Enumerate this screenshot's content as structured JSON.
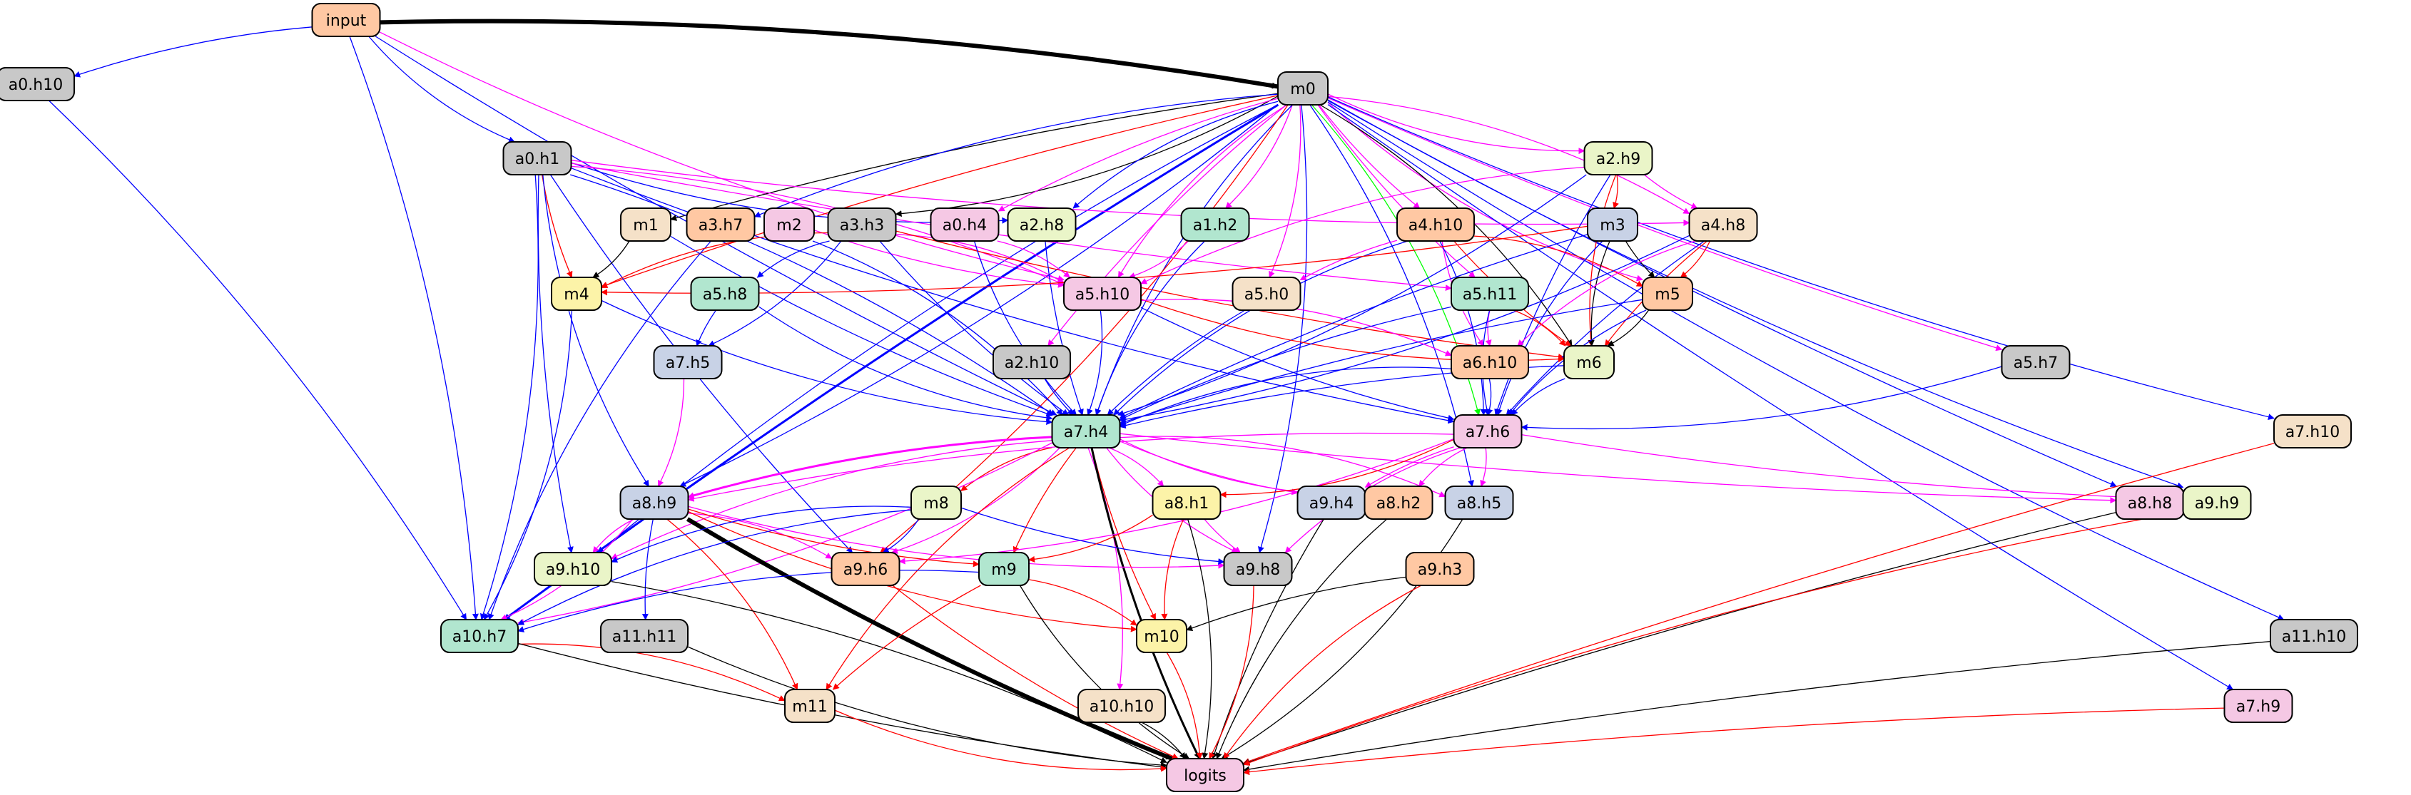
{
  "palette": {
    "gray": "#c8c8c8",
    "peach": "#ffc8a3",
    "cream": "#f5e1c8",
    "yellow": "#fcf3a8",
    "lime": "#eaf5c8",
    "mint": "#b1e6cf",
    "pink": "#f5c8e4",
    "lavender": "#c8d2e6",
    "edge_blue": "#0000ff",
    "edge_magenta": "#ff00ff",
    "edge_red": "#ff0000",
    "edge_black": "#000000",
    "edge_green": "#00ff00"
  },
  "nodes": [
    {
      "id": "input",
      "label": "input",
      "color": "peach"
    },
    {
      "id": "a0.h10",
      "label": "a0.h10",
      "color": "gray"
    },
    {
      "id": "m0",
      "label": "m0",
      "color": "gray"
    },
    {
      "id": "a0.h1",
      "label": "a0.h1",
      "color": "gray"
    },
    {
      "id": "a2.h9",
      "label": "a2.h9",
      "color": "lime"
    },
    {
      "id": "m1",
      "label": "m1",
      "color": "cream"
    },
    {
      "id": "a3.h7",
      "label": "a3.h7",
      "color": "peach"
    },
    {
      "id": "m2",
      "label": "m2",
      "color": "pink"
    },
    {
      "id": "a3.h3",
      "label": "a3.h3",
      "color": "gray"
    },
    {
      "id": "a0.h4",
      "label": "a0.h4",
      "color": "pink"
    },
    {
      "id": "a2.h8",
      "label": "a2.h8",
      "color": "lime"
    },
    {
      "id": "a1.h2",
      "label": "a1.h2",
      "color": "mint"
    },
    {
      "id": "a4.h10",
      "label": "a4.h10",
      "color": "peach"
    },
    {
      "id": "m3",
      "label": "m3",
      "color": "lavender"
    },
    {
      "id": "a4.h8",
      "label": "a4.h8",
      "color": "cream"
    },
    {
      "id": "m4",
      "label": "m4",
      "color": "yellow"
    },
    {
      "id": "a5.h8",
      "label": "a5.h8",
      "color": "mint"
    },
    {
      "id": "a5.h10",
      "label": "a5.h10",
      "color": "pink"
    },
    {
      "id": "a5.h0",
      "label": "a5.h0",
      "color": "cream"
    },
    {
      "id": "a5.h11",
      "label": "a5.h11",
      "color": "mint"
    },
    {
      "id": "m5",
      "label": "m5",
      "color": "peach"
    },
    {
      "id": "a7.h5",
      "label": "a7.h5",
      "color": "lavender"
    },
    {
      "id": "a2.h10",
      "label": "a2.h10",
      "color": "gray"
    },
    {
      "id": "a6.h10",
      "label": "a6.h10",
      "color": "peach"
    },
    {
      "id": "m6",
      "label": "m6",
      "color": "lime"
    },
    {
      "id": "a5.h7",
      "label": "a5.h7",
      "color": "gray"
    },
    {
      "id": "a7.h4",
      "label": "a7.h4",
      "color": "mint"
    },
    {
      "id": "a7.h6",
      "label": "a7.h6",
      "color": "pink"
    },
    {
      "id": "a7.h10",
      "label": "a7.h10",
      "color": "cream"
    },
    {
      "id": "a8.h9",
      "label": "a8.h9",
      "color": "lavender"
    },
    {
      "id": "m8",
      "label": "m8",
      "color": "lime"
    },
    {
      "id": "a8.h1",
      "label": "a8.h1",
      "color": "yellow"
    },
    {
      "id": "a9.h4",
      "label": "a9.h4",
      "color": "lavender"
    },
    {
      "id": "a8.h2",
      "label": "a8.h2",
      "color": "peach"
    },
    {
      "id": "a8.h5",
      "label": "a8.h5",
      "color": "lavender"
    },
    {
      "id": "a8.h8",
      "label": "a8.h8",
      "color": "pink"
    },
    {
      "id": "a9.h9",
      "label": "a9.h9",
      "color": "lime"
    },
    {
      "id": "a9.h10",
      "label": "a9.h10",
      "color": "lime"
    },
    {
      "id": "a9.h6",
      "label": "a9.h6",
      "color": "peach"
    },
    {
      "id": "m9",
      "label": "m9",
      "color": "mint"
    },
    {
      "id": "a9.h8",
      "label": "a9.h8",
      "color": "gray"
    },
    {
      "id": "a9.h3",
      "label": "a9.h3",
      "color": "peach"
    },
    {
      "id": "a10.h7",
      "label": "a10.h7",
      "color": "mint"
    },
    {
      "id": "a11.h11",
      "label": "a11.h11",
      "color": "gray"
    },
    {
      "id": "m10",
      "label": "m10",
      "color": "yellow"
    },
    {
      "id": "a11.h10",
      "label": "a11.h10",
      "color": "gray"
    },
    {
      "id": "m11",
      "label": "m11",
      "color": "cream"
    },
    {
      "id": "a10.h10",
      "label": "a10.h10",
      "color": "cream"
    },
    {
      "id": "a7.h9",
      "label": "a7.h9",
      "color": "pink"
    },
    {
      "id": "logits",
      "label": "logits",
      "color": "pink"
    }
  ],
  "edges": [
    {
      "from": "input",
      "to": "m0",
      "color": "edge_black",
      "weight": "heavy"
    },
    {
      "from": "input",
      "to": "a0.h10",
      "color": "edge_blue"
    },
    {
      "from": "input",
      "to": "a0.h1",
      "color": "edge_blue"
    },
    {
      "from": "input",
      "to": "a10.h7",
      "color": "edge_blue"
    },
    {
      "from": "input",
      "to": "a7.h4",
      "color": "edge_blue"
    },
    {
      "from": "input",
      "to": "a5.h10",
      "color": "edge_magenta"
    },
    {
      "from": "a0.h10",
      "to": "a10.h7",
      "color": "edge_blue"
    },
    {
      "from": "m0",
      "to": "a10.h7",
      "color": "edge_blue",
      "weight": "medium"
    },
    {
      "from": "m0",
      "to": "a9.h10",
      "color": "edge_blue"
    },
    {
      "from": "m0",
      "to": "a8.h9",
      "color": "edge_blue"
    },
    {
      "from": "m0",
      "to": "m1",
      "color": "edge_black"
    },
    {
      "from": "m0",
      "to": "a3.h7",
      "color": "edge_blue"
    },
    {
      "from": "m0",
      "to": "a3.h3",
      "color": "edge_black"
    },
    {
      "from": "m0",
      "to": "a0.h4",
      "color": "edge_magenta"
    },
    {
      "from": "m0",
      "to": "a2.h8",
      "color": "edge_blue"
    },
    {
      "from": "m0",
      "to": "a1.h2",
      "color": "edge_magenta"
    },
    {
      "from": "m0",
      "to": "a4.h10",
      "color": "edge_magenta"
    },
    {
      "from": "m0",
      "to": "a2.h9",
      "color": "edge_magenta"
    },
    {
      "from": "m0",
      "to": "a4.h8",
      "color": "edge_magenta"
    },
    {
      "from": "m0",
      "to": "m4",
      "color": "edge_red"
    },
    {
      "from": "m0",
      "to": "a5.h10",
      "color": "edge_magenta"
    },
    {
      "from": "m0",
      "to": "a5.h0",
      "color": "edge_magenta"
    },
    {
      "from": "m0",
      "to": "a5.h11",
      "color": "edge_magenta"
    },
    {
      "from": "m0",
      "to": "m5",
      "color": "edge_magenta"
    },
    {
      "from": "m0",
      "to": "m6",
      "color": "edge_black"
    },
    {
      "from": "m0",
      "to": "a2.h10",
      "color": "edge_magenta"
    },
    {
      "from": "m0",
      "to": "a7.h4",
      "color": "edge_blue"
    },
    {
      "from": "m0",
      "to": "a7.h6",
      "color": "edge_green"
    },
    {
      "from": "m0",
      "to": "a5.h7",
      "color": "edge_magenta"
    },
    {
      "from": "m0",
      "to": "a7.h10",
      "color": "edge_blue"
    },
    {
      "from": "m0",
      "to": "a8.h5",
      "color": "edge_blue"
    },
    {
      "from": "m0",
      "to": "a8.h8",
      "color": "edge_blue"
    },
    {
      "from": "m0",
      "to": "a9.h9",
      "color": "edge_blue"
    },
    {
      "from": "m0",
      "to": "a9.h8",
      "color": "edge_blue"
    },
    {
      "from": "m0",
      "to": "a7.h9",
      "color": "edge_blue"
    },
    {
      "from": "m0",
      "to": "a11.h10",
      "color": "edge_blue"
    },
    {
      "from": "m0",
      "to": "a9.h6",
      "color": "edge_red"
    },
    {
      "from": "a0.h1",
      "to": "m4",
      "color": "edge_red"
    },
    {
      "from": "a0.h1",
      "to": "a2.h8",
      "color": "edge_blue"
    },
    {
      "from": "a0.h1",
      "to": "a5.h10",
      "color": "edge_magenta"
    },
    {
      "from": "a0.h1",
      "to": "a5.h11",
      "color": "edge_magenta"
    },
    {
      "from": "a0.h1",
      "to": "a4.h8",
      "color": "edge_magenta"
    },
    {
      "from": "a0.h1",
      "to": "a10.h7",
      "color": "edge_blue"
    },
    {
      "from": "a0.h1",
      "to": "a9.h10",
      "color": "edge_blue"
    },
    {
      "from": "a0.h1",
      "to": "a8.h9",
      "color": "edge_blue"
    },
    {
      "from": "a0.h1",
      "to": "a7.h4",
      "color": "edge_blue"
    },
    {
      "from": "a0.h1",
      "to": "a9.h6",
      "color": "edge_blue"
    },
    {
      "from": "a0.h1",
      "to": "a7.h6",
      "color": "edge_blue"
    },
    {
      "from": "a2.h9",
      "to": "m3",
      "color": "edge_red"
    },
    {
      "from": "a2.h9",
      "to": "a4.h8",
      "color": "edge_magenta"
    },
    {
      "from": "a2.h9",
      "to": "a5.h10",
      "color": "edge_magenta"
    },
    {
      "from": "a2.h9",
      "to": "a7.h4",
      "color": "edge_blue"
    },
    {
      "from": "a2.h9",
      "to": "a7.h6",
      "color": "edge_blue"
    },
    {
      "from": "a2.h9",
      "to": "m6",
      "color": "edge_red"
    },
    {
      "from": "m1",
      "to": "m4",
      "color": "edge_black"
    },
    {
      "from": "m1",
      "to": "a7.h4",
      "color": "edge_blue"
    },
    {
      "from": "a3.h7",
      "to": "a10.h7",
      "color": "edge_blue"
    },
    {
      "from": "m2",
      "to": "a7.h4",
      "color": "edge_blue"
    },
    {
      "from": "m2",
      "to": "a5.h10",
      "color": "edge_magenta"
    },
    {
      "from": "a3.h3",
      "to": "a5.h8",
      "color": "edge_blue"
    },
    {
      "from": "a3.h3",
      "to": "a7.h5",
      "color": "edge_blue"
    },
    {
      "from": "a3.h3",
      "to": "a7.h4",
      "color": "edge_blue"
    },
    {
      "from": "a3.h3",
      "to": "m4",
      "color": "edge_red"
    },
    {
      "from": "a3.h3",
      "to": "a5.h10",
      "color": "edge_magenta"
    },
    {
      "from": "a3.h3",
      "to": "m6",
      "color": "edge_red"
    },
    {
      "from": "a0.h4",
      "to": "a7.h4",
      "color": "edge_blue"
    },
    {
      "from": "a0.h4",
      "to": "a5.h10",
      "color": "edge_magenta"
    },
    {
      "from": "a2.h8",
      "to": "a7.h4",
      "color": "edge_blue"
    },
    {
      "from": "a1.h2",
      "to": "a7.h4",
      "color": "edge_blue"
    },
    {
      "from": "a1.h2",
      "to": "a5.h10",
      "color": "edge_magenta"
    },
    {
      "from": "a4.h10",
      "to": "a5.h0",
      "color": "edge_magenta"
    },
    {
      "from": "a4.h10",
      "to": "a6.h10",
      "color": "edge_magenta"
    },
    {
      "from": "a4.h10",
      "to": "m5",
      "color": "edge_red"
    },
    {
      "from": "a4.h10",
      "to": "m6",
      "color": "edge_red"
    },
    {
      "from": "a4.h10",
      "to": "a7.h4",
      "color": "edge_blue"
    },
    {
      "from": "a4.h10",
      "to": "a7.h6",
      "color": "edge_blue"
    },
    {
      "from": "m3",
      "to": "m5",
      "color": "edge_black"
    },
    {
      "from": "m3",
      "to": "m6",
      "color": "edge_black"
    },
    {
      "from": "m3",
      "to": "m4",
      "color": "edge_red"
    },
    {
      "from": "m3",
      "to": "a7.h4",
      "color": "edge_blue"
    },
    {
      "from": "m3",
      "to": "a7.h6",
      "color": "edge_blue"
    },
    {
      "from": "a4.h8",
      "to": "m5",
      "color": "edge_red"
    },
    {
      "from": "a4.h8",
      "to": "m6",
      "color": "edge_red"
    },
    {
      "from": "a4.h8",
      "to": "a6.h10",
      "color": "edge_magenta"
    },
    {
      "from": "a4.h8",
      "to": "a7.h4",
      "color": "edge_blue"
    },
    {
      "from": "a4.h8",
      "to": "a7.h6",
      "color": "edge_blue"
    },
    {
      "from": "m4",
      "to": "a7.h4",
      "color": "edge_blue"
    },
    {
      "from": "m4",
      "to": "a10.h7",
      "color": "edge_blue"
    },
    {
      "from": "a5.h8",
      "to": "a7.h5",
      "color": "edge_blue"
    },
    {
      "from": "a5.h8",
      "to": "a7.h4",
      "color": "edge_blue"
    },
    {
      "from": "a5.h10",
      "to": "a7.h4",
      "color": "edge_blue"
    },
    {
      "from": "a5.h10",
      "to": "a7.h6",
      "color": "edge_blue"
    },
    {
      "from": "a5.h10",
      "to": "m6",
      "color": "edge_red"
    },
    {
      "from": "a5.h10",
      "to": "a6.h10",
      "color": "edge_magenta"
    },
    {
      "from": "a5.h0",
      "to": "a7.h4",
      "color": "edge_blue"
    },
    {
      "from": "a5.h11",
      "to": "a6.h10",
      "color": "edge_magenta"
    },
    {
      "from": "a5.h11",
      "to": "m6",
      "color": "edge_red"
    },
    {
      "from": "a5.h11",
      "to": "a7.h4",
      "color": "edge_blue"
    },
    {
      "from": "a5.h11",
      "to": "a7.h6",
      "color": "edge_blue"
    },
    {
      "from": "m5",
      "to": "m6",
      "color": "edge_black"
    },
    {
      "from": "m5",
      "to": "a7.h4",
      "color": "edge_blue"
    },
    {
      "from": "m5",
      "to": "a7.h6",
      "color": "edge_blue"
    },
    {
      "from": "a7.h5",
      "to": "a8.h9",
      "color": "edge_magenta"
    },
    {
      "from": "a2.h10",
      "to": "a7.h4",
      "color": "edge_blue"
    },
    {
      "from": "a6.h10",
      "to": "a7.h4",
      "color": "edge_blue"
    },
    {
      "from": "a6.h10",
      "to": "a7.h6",
      "color": "edge_blue"
    },
    {
      "from": "m6",
      "to": "a7.h4",
      "color": "edge_blue"
    },
    {
      "from": "m6",
      "to": "a7.h6",
      "color": "edge_blue"
    },
    {
      "from": "a5.h7",
      "to": "a7.h6",
      "color": "edge_blue"
    },
    {
      "from": "a7.h4",
      "to": "a8.h9",
      "color": "edge_magenta",
      "weight": "medium"
    },
    {
      "from": "a7.h4",
      "to": "m8",
      "color": "edge_red"
    },
    {
      "from": "a7.h4",
      "to": "a8.h1",
      "color": "edge_magenta"
    },
    {
      "from": "a7.h4",
      "to": "a9.h4",
      "color": "edge_magenta"
    },
    {
      "from": "a7.h4",
      "to": "a8.h2",
      "color": "edge_magenta"
    },
    {
      "from": "a7.h4",
      "to": "a8.h5",
      "color": "edge_magenta"
    },
    {
      "from": "a7.h4",
      "to": "a8.h8",
      "color": "edge_magenta"
    },
    {
      "from": "a7.h4",
      "to": "a9.h10",
      "color": "edge_magenta"
    },
    {
      "from": "a7.h4",
      "to": "a9.h6",
      "color": "edge_magenta"
    },
    {
      "from": "a7.h4",
      "to": "m9",
      "color": "edge_red"
    },
    {
      "from": "a7.h4",
      "to": "a9.h8",
      "color": "edge_magenta"
    },
    {
      "from": "a7.h4",
      "to": "a10.h7",
      "color": "edge_magenta"
    },
    {
      "from": "a7.h4",
      "to": "m10",
      "color": "edge_red"
    },
    {
      "from": "a7.h4",
      "to": "m11",
      "color": "edge_red"
    },
    {
      "from": "a7.h4",
      "to": "a10.h10",
      "color": "edge_magenta"
    },
    {
      "from": "a7.h4",
      "to": "logits",
      "color": "edge_black",
      "weight": "medium"
    },
    {
      "from": "a7.h6",
      "to": "a8.h9",
      "color": "edge_magenta"
    },
    {
      "from": "a7.h6",
      "to": "a8.h1",
      "color": "edge_red"
    },
    {
      "from": "a7.h6",
      "to": "a9.h4",
      "color": "edge_magenta"
    },
    {
      "from": "a7.h6",
      "to": "a8.h2",
      "color": "edge_magenta"
    },
    {
      "from": "a7.h6",
      "to": "a8.h5",
      "color": "edge_magenta"
    },
    {
      "from": "a7.h6",
      "to": "a9.h9",
      "color": "edge_magenta"
    },
    {
      "from": "a7.h6",
      "to": "a9.h8",
      "color": "edge_magenta"
    },
    {
      "from": "a7.h6",
      "to": "a9.h6",
      "color": "edge_magenta"
    },
    {
      "from": "a7.h10",
      "to": "logits",
      "color": "edge_red"
    },
    {
      "from": "a8.h9",
      "to": "a9.h10",
      "color": "edge_magenta"
    },
    {
      "from": "a8.h9",
      "to": "a9.h6",
      "color": "edge_magenta"
    },
    {
      "from": "a8.h9",
      "to": "m9",
      "color": "edge_red"
    },
    {
      "from": "a8.h9",
      "to": "a9.h8",
      "color": "edge_magenta"
    },
    {
      "from": "a8.h9",
      "to": "a10.h7",
      "color": "edge_magenta"
    },
    {
      "from": "a8.h9",
      "to": "a11.h11",
      "color": "edge_blue"
    },
    {
      "from": "a8.h9",
      "to": "m10",
      "color": "edge_red"
    },
    {
      "from": "a8.h9",
      "to": "m11",
      "color": "edge_red"
    },
    {
      "from": "a8.h9",
      "to": "logits",
      "color": "edge_black",
      "weight": "heavy"
    },
    {
      "from": "m8",
      "to": "a9.h10",
      "color": "edge_blue"
    },
    {
      "from": "m8",
      "to": "a9.h6",
      "color": "edge_blue"
    },
    {
      "from": "m8",
      "to": "a9.h8",
      "color": "edge_blue"
    },
    {
      "from": "m8",
      "to": "a10.h7",
      "color": "edge_blue"
    },
    {
      "from": "a8.h1",
      "to": "m9",
      "color": "edge_red"
    },
    {
      "from": "a8.h1",
      "to": "a9.h8",
      "color": "edge_magenta"
    },
    {
      "from": "a8.h1",
      "to": "m10",
      "color": "edge_red"
    },
    {
      "from": "a8.h1",
      "to": "logits",
      "color": "edge_black"
    },
    {
      "from": "a9.h4",
      "to": "logits",
      "color": "edge_black"
    },
    {
      "from": "a8.h2",
      "to": "logits",
      "color": "edge_black"
    },
    {
      "from": "a8.h5",
      "to": "logits",
      "color": "edge_black"
    },
    {
      "from": "a8.h8",
      "to": "logits",
      "color": "edge_black"
    },
    {
      "from": "a9.h9",
      "to": "logits",
      "color": "edge_red"
    },
    {
      "from": "a9.h10",
      "to": "logits",
      "color": "edge_black"
    },
    {
      "from": "a9.h6",
      "to": "logits",
      "color": "edge_red"
    },
    {
      "from": "m9",
      "to": "a10.h7",
      "color": "edge_blue"
    },
    {
      "from": "m9",
      "to": "m10",
      "color": "edge_red"
    },
    {
      "from": "m9",
      "to": "m11",
      "color": "edge_red"
    },
    {
      "from": "m9",
      "to": "logits",
      "color": "edge_black"
    },
    {
      "from": "a9.h8",
      "to": "logits",
      "color": "edge_red"
    },
    {
      "from": "a9.h3",
      "to": "m10",
      "color": "edge_black"
    },
    {
      "from": "a9.h3",
      "to": "logits",
      "color": "edge_red"
    },
    {
      "from": "a10.h7",
      "to": "m11",
      "color": "edge_red"
    },
    {
      "from": "a10.h7",
      "to": "logits",
      "color": "edge_black"
    },
    {
      "from": "a11.h11",
      "to": "logits",
      "color": "edge_black"
    },
    {
      "from": "m10",
      "to": "logits",
      "color": "edge_red"
    },
    {
      "from": "a11.h10",
      "to": "logits",
      "color": "edge_black"
    },
    {
      "from": "m11",
      "to": "logits",
      "color": "edge_red"
    },
    {
      "from": "a10.h10",
      "to": "logits",
      "color": "edge_black"
    },
    {
      "from": "a7.h9",
      "to": "logits",
      "color": "edge_red"
    }
  ]
}
